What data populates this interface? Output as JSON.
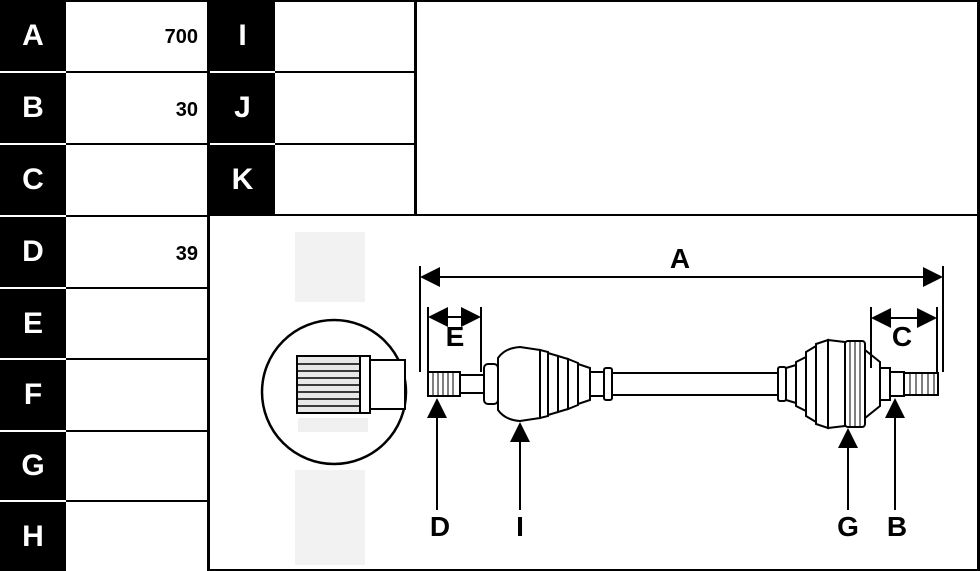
{
  "table": {
    "left_rows": [
      {
        "letter": "A",
        "value": "700"
      },
      {
        "letter": "B",
        "value": "30"
      },
      {
        "letter": "C",
        "value": ""
      },
      {
        "letter": "D",
        "value": "39"
      },
      {
        "letter": "E",
        "value": ""
      },
      {
        "letter": "F",
        "value": ""
      },
      {
        "letter": "G",
        "value": ""
      },
      {
        "letter": "H",
        "value": ""
      }
    ],
    "right_rows": [
      {
        "letter": "I",
        "value": ""
      },
      {
        "letter": "J",
        "value": ""
      },
      {
        "letter": "K",
        "value": ""
      }
    ]
  },
  "diagram": {
    "labels": {
      "A": "A",
      "B": "B",
      "C": "C",
      "D": "D",
      "E": "E",
      "G": "G",
      "I": "I"
    }
  }
}
